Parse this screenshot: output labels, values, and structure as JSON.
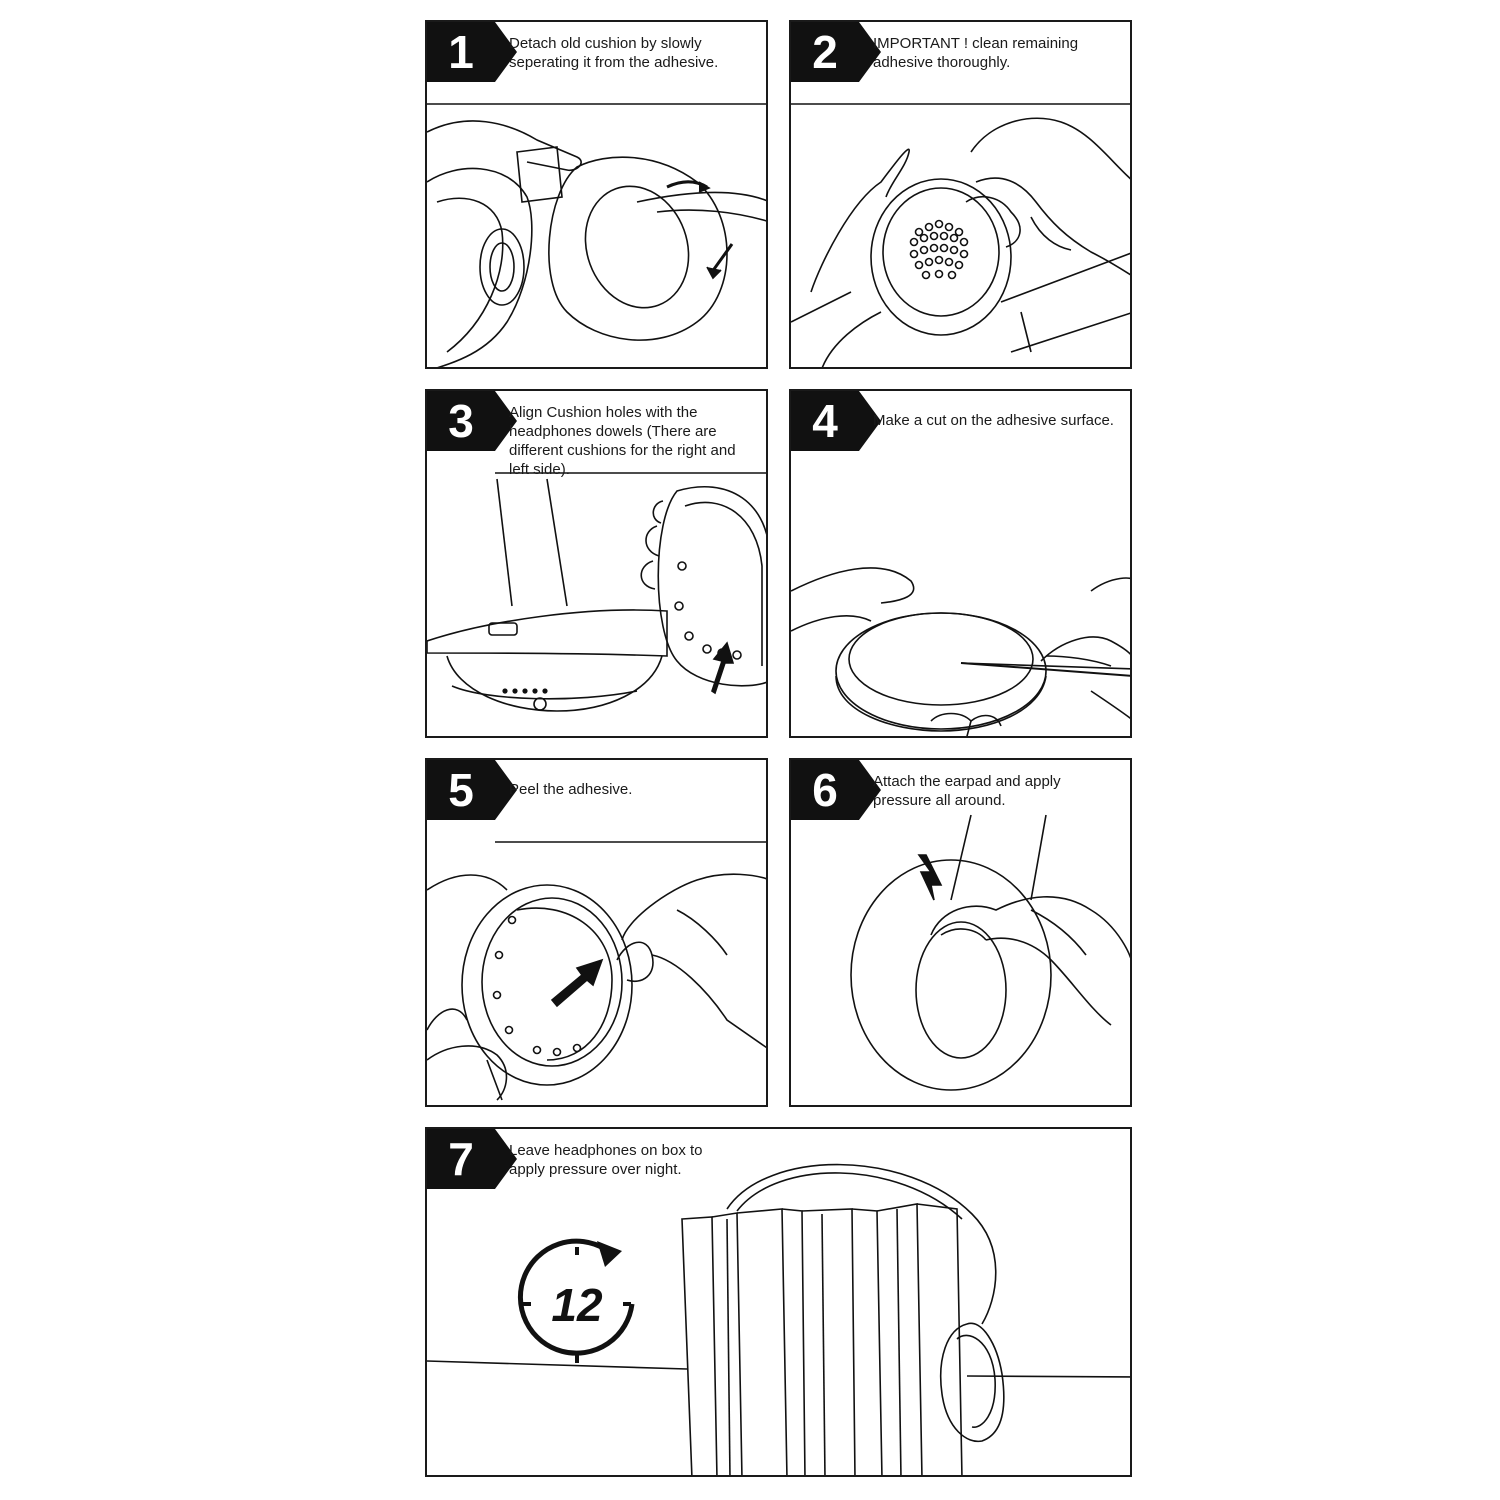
{
  "steps": [
    {
      "number": "1",
      "text": "Detach old cushion by slowly\nseperating it from the adhesive."
    },
    {
      "number": "2",
      "text": "IMPORTANT ! clean remaining\nadhesive thoroughly."
    },
    {
      "number": "3",
      "text": "Align Cushion holes with the\nheadphones dowels (There are\ndifferent cushions for the right and\nleft side)."
    },
    {
      "number": "4",
      "text": "Make a cut on the adhesive surface."
    },
    {
      "number": "5",
      "text": "Peel the adhesive."
    },
    {
      "number": "6",
      "text": "Attach the earpad and apply\npressure all around."
    },
    {
      "number": "7",
      "text": "Leave headphones on box to\napply pressure over night."
    }
  ],
  "clock": {
    "label": "12"
  },
  "colors": {
    "ink": "#111111",
    "paper": "#ffffff"
  }
}
